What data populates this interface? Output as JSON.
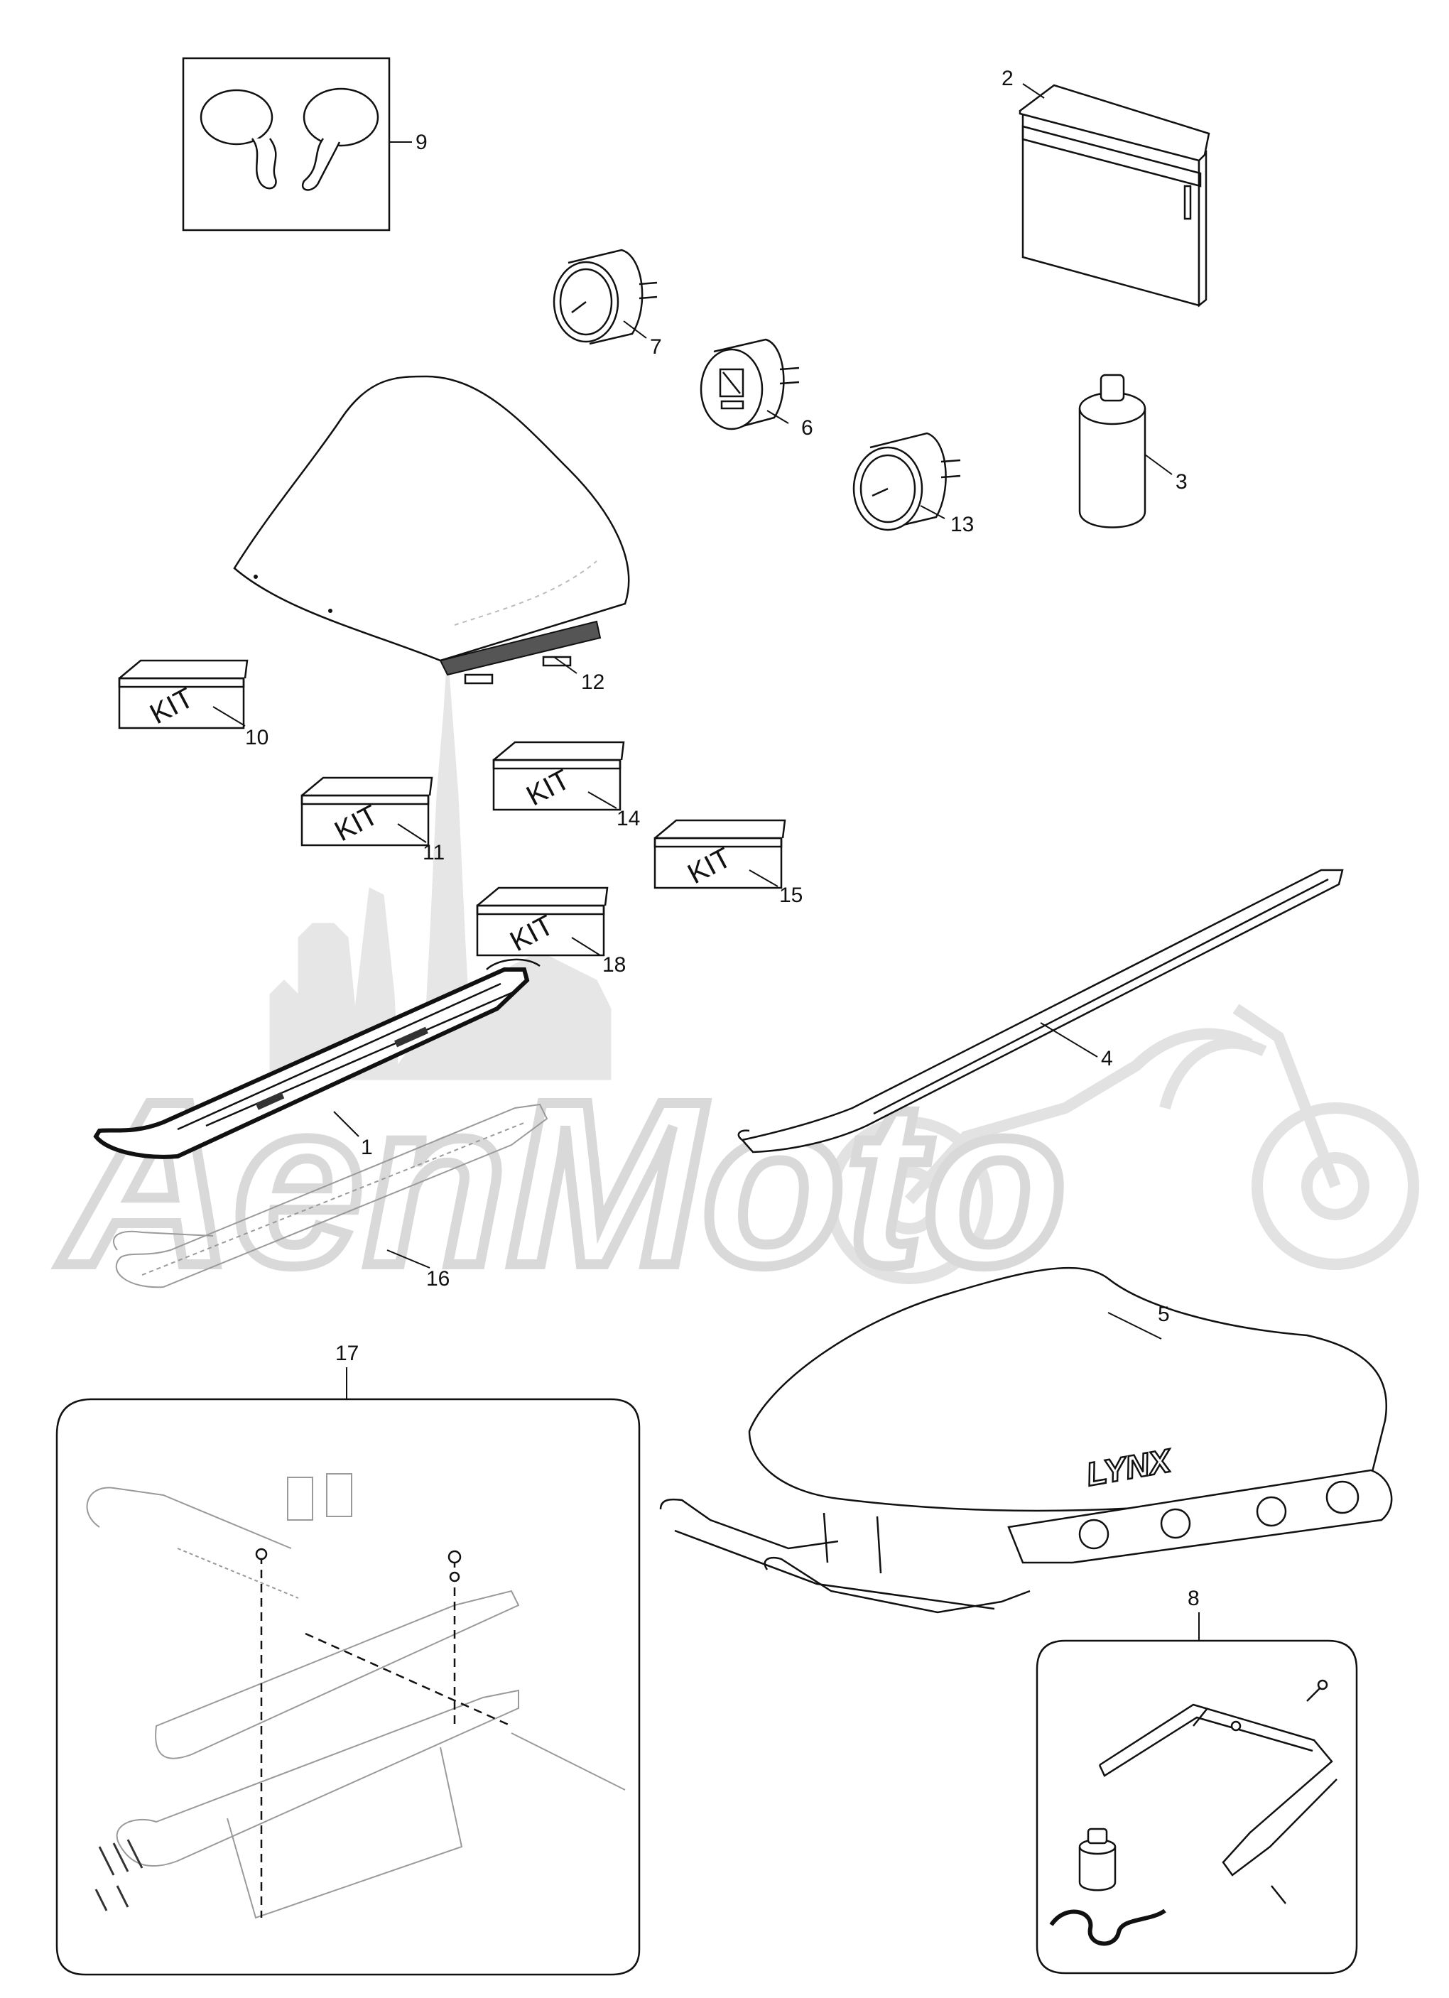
{
  "callouts": {
    "p1": "1",
    "p2": "2",
    "p3": "3",
    "p4": "4",
    "p5": "5",
    "p6": "6",
    "p7": "7",
    "p8": "8",
    "p9": "9",
    "p10": "10",
    "p11": "11",
    "p12": "12",
    "p13": "13",
    "p14": "14",
    "p15": "15",
    "p16": "16",
    "p17": "17",
    "p18": "18"
  },
  "kit_label": "KIT",
  "brand_label": "LYNX",
  "watermark_text": "AenMoto",
  "colors": {
    "line": "#111111",
    "watermark": "#d9d9d9",
    "faint_part": "#9a9a9a",
    "background": "#ffffff"
  }
}
